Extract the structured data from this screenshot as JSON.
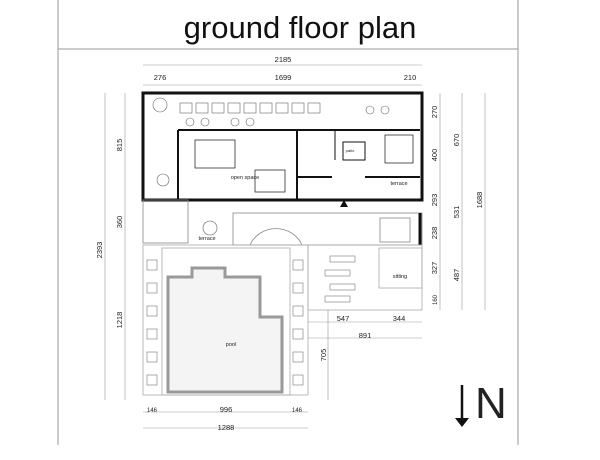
{
  "title": "ground floor plan",
  "rooms": {
    "open_space": "open space",
    "patio": "patio",
    "terrace_east": "terrace",
    "terrace_west": "terrace",
    "sitting": "sitting",
    "pool": "pool"
  },
  "dimensions": {
    "top_total": "2185",
    "top_left": "276",
    "top_mid": "1699",
    "top_right": "210",
    "left_total": "2393",
    "left_upper": "815",
    "left_mid": "360",
    "left_lower": "1218",
    "right_a": "270",
    "right_b": "400",
    "right_c": "293",
    "right_d": "238",
    "right_e": "327",
    "right_f": "160",
    "right_g": "670",
    "right_h": "531",
    "right_i": "487",
    "right_total": "1688",
    "bottom_547": "547",
    "bottom_344": "344",
    "bottom_891": "891",
    "vert_705": "705",
    "pool_left": "146",
    "pool_mid": "996",
    "pool_right": "146",
    "pool_total": "1288"
  },
  "north_label": "N"
}
